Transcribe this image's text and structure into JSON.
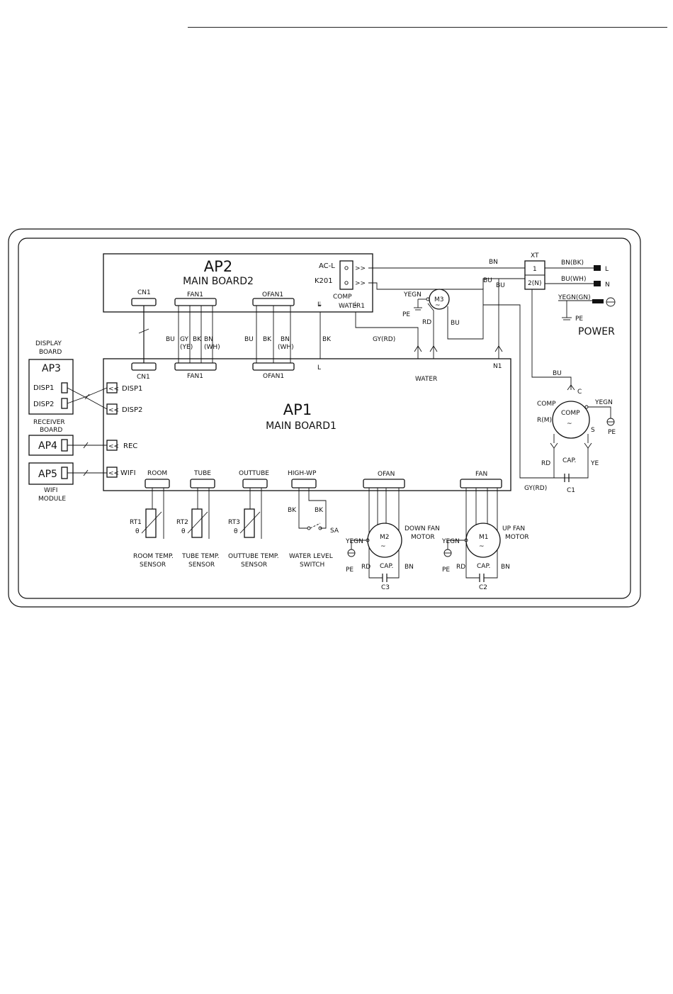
{
  "boards": {
    "ap2": {
      "id": "AP2",
      "name": "MAIN BOARD2"
    },
    "ap1": {
      "id": "AP1",
      "name": "MAIN BOARD1"
    },
    "ap3": {
      "id": "AP3",
      "caption": [
        "DISPLAY",
        "BOARD"
      ],
      "ports": [
        "DISP1",
        "DISP2"
      ]
    },
    "ap4": {
      "id": "AP4",
      "caption": [
        "RECEIVER",
        "BOARD"
      ]
    },
    "ap5": {
      "id": "AP5",
      "caption": [
        "WIFI",
        "MODULE"
      ]
    }
  },
  "ap1_ports": {
    "disp1": "DISP1",
    "disp2": "DISP2",
    "rec": "REC",
    "wifi": "WIFI",
    "n1": "N1",
    "water": "WATER",
    "cn1": "CN1",
    "fan1": "FAN1",
    "ofan1": "OFAN1"
  },
  "ap2_ports": {
    "acl": "AC-L",
    "k201": "K201",
    "cn1": "CN1",
    "fan1": "FAN1",
    "ofan1": "OFAN1",
    "comp": "COMP",
    "water1": "WATER1"
  },
  "fan1_wires": [
    "BU",
    "GY",
    "(YE)",
    "BK",
    "BN",
    "(WH)"
  ],
  "ofan1_wires": [
    "BU",
    "BK",
    "BN",
    "(WH)"
  ],
  "wire_labels": {
    "l_top": "L",
    "bk": "BK",
    "l_bot": "L",
    "gy_rd": "GY(RD)",
    "gy_rd2": "GY(RD)",
    "bn": "BN",
    "bu": "BU",
    "bu2": "BU",
    "bu3": "BU",
    "bu4": "BU",
    "rd": "RD"
  },
  "m3": {
    "id": "M3",
    "yegn": "YEGN",
    "pe": "PE"
  },
  "terminal": {
    "title": "XT",
    "t1": "1",
    "t2": "2(N)"
  },
  "power": {
    "l_wire": "BN(BK)",
    "n_wire": "BU(WH)",
    "e_wire": "YEGN(GN)",
    "l": "L",
    "n": "N",
    "pe": "PE",
    "title": "POWER"
  },
  "comp": {
    "label": "COMP",
    "body": "COMP",
    "c": "C",
    "r": "R(M)",
    "s": "S",
    "yegn": "YEGN",
    "pe": "PE",
    "rd": "RD",
    "ye": "YE",
    "cap": "CAP.",
    "c1": "C1"
  },
  "sensors": [
    {
      "port": "ROOM",
      "id": "RT1",
      "caption1": "ROOM TEMP.",
      "caption2": "SENSOR"
    },
    {
      "port": "TUBE",
      "id": "RT2",
      "caption1": "TUBE TEMP.",
      "caption2": "SENSOR"
    },
    {
      "port": "OUTTUBE",
      "id": "RT3",
      "caption1": "OUTTUBE TEMP.",
      "caption2": "SENSOR"
    }
  ],
  "water_switch": {
    "port": "HIGH-WP",
    "bk1": "BK",
    "bk2": "BK",
    "sa": "SA",
    "caption1": "WATER LEVEL",
    "caption2": "SWITCH"
  },
  "down_fan": {
    "port": "OFAN",
    "id": "M2",
    "caption1": "DOWN FAN",
    "caption2": "MOTOR",
    "yegn": "YEGN",
    "pe": "PE",
    "rd": "RD",
    "bn": "BN",
    "cap": "CAP.",
    "c": "C3"
  },
  "up_fan": {
    "port": "FAN",
    "id": "M1",
    "caption1": "UP FAN",
    "caption2": "MOTOR",
    "yegn": "YEGN",
    "pe": "PE",
    "rd": "RD",
    "bn": "BN",
    "cap": "CAP.",
    "c": "C2"
  },
  "symbols": {
    "theta": "θ"
  }
}
